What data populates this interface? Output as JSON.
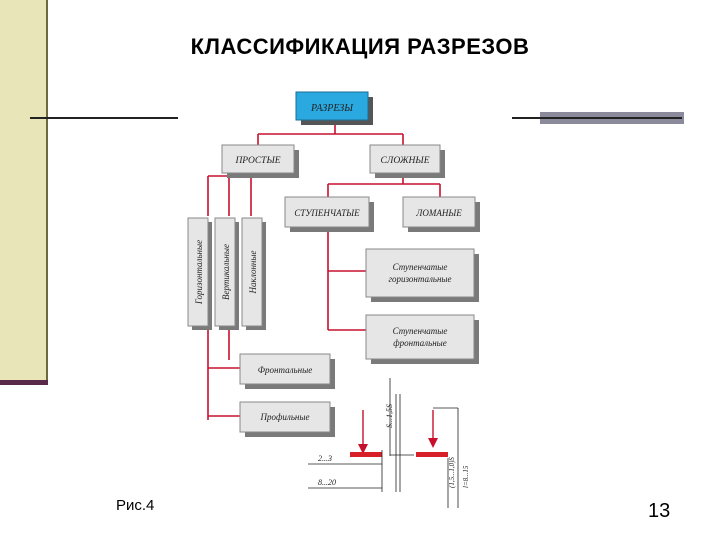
{
  "slide": {
    "title": "КЛАССИФИКАЦИЯ РАЗРЕЗОВ",
    "figure_label": "Рис.4",
    "page_number": "13"
  },
  "diagram": {
    "root": "РАЗРЕЗЫ",
    "simple": "ПРОСТЫЕ",
    "complex": "СЛОЖНЫЕ",
    "stepped": "СТУПЕНЧАТЫЕ",
    "broken": "ЛОМАНЫЕ",
    "horizontal": "Горизонтальные",
    "vertical": "Вертикальные",
    "inclined": "Наклонные",
    "stepped_horizontal_1": "Ступенчатые",
    "stepped_horizontal_2": "горизонтальные",
    "stepped_frontal_1": "Ступенчатые",
    "stepped_frontal_2": "фронтальные",
    "frontal": "Фронтальные",
    "profile": "Профильные"
  },
  "dimensions": {
    "d1": "2...3",
    "d2": "8...20",
    "d3": "S...1,5S",
    "d4": "(1,5...1,0)S",
    "d5": "l=8...15"
  },
  "colors": {
    "connector": "#c8102e",
    "root_fill": "#2aa8e0",
    "box_fill": "#e6e6e6",
    "box_shadow": "#7a7a7a"
  }
}
